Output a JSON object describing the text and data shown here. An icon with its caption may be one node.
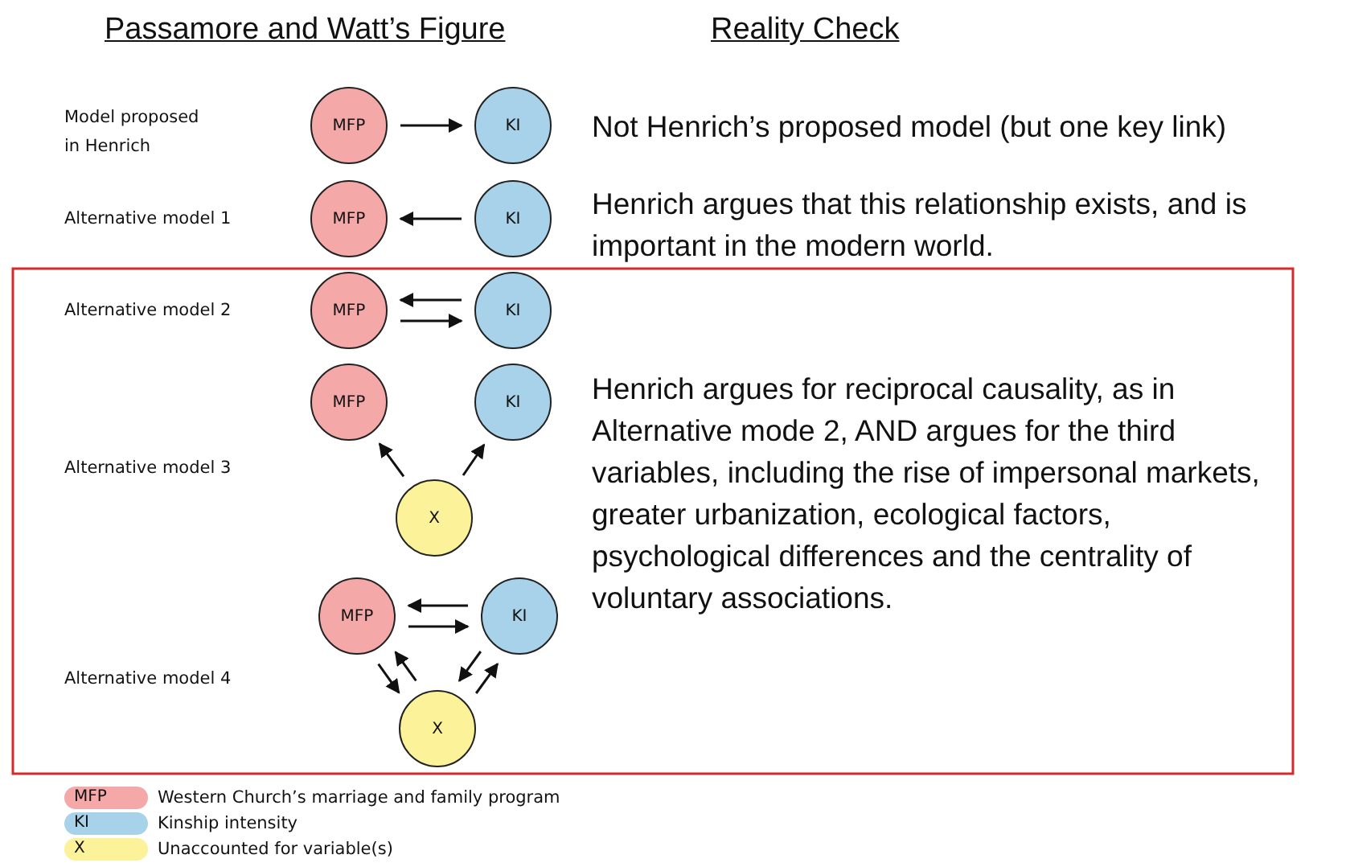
{
  "diagram": {
    "nodes": [
      {
        "text": [
          "MFP"
        ]
      },
      {
        "text": [
          "KI"
        ]
      },
      {
        "text": [
          "MFP"
        ]
      },
      {
        "text": [
          "KI"
        ]
      },
      {
        "text": [
          "MFP"
        ]
      },
      {
        "text": [
          "KI"
        ]
      },
      {
        "text": [
          "MFP"
        ]
      },
      {
        "text": [
          "KI"
        ]
      },
      {
        "text": [
          "X"
        ]
      },
      {
        "text": [
          "MFP"
        ]
      },
      {
        "text": [
          "KI"
        ]
      },
      {
        "text": [
          "X"
        ]
      }
    ],
    "edges": [
      {
        "from": 0,
        "to": 1,
        "arrow": "to"
      },
      {
        "from": 3,
        "to": 2,
        "arrow": "to"
      },
      {
        "from": 5,
        "to": 4,
        "arrow": "to"
      },
      {
        "from": 4,
        "to": 5,
        "arrow": "to"
      },
      {
        "from": 8,
        "to": 6,
        "arrow": "to"
      },
      {
        "from": 8,
        "to": 7,
        "arrow": "to"
      },
      {
        "from": 10,
        "to": 9,
        "arrow": "to"
      },
      {
        "from": 9,
        "to": 10,
        "arrow": "to"
      },
      {
        "from": 9,
        "to": 11,
        "arrow": "to"
      },
      {
        "from": 11,
        "to": 9,
        "arrow": "to"
      },
      {
        "from": 10,
        "to": 11,
        "arrow": "to"
      },
      {
        "from": 11,
        "to": 10,
        "arrow": "to"
      }
    ],
    "labels": [
      "Passamore and Watt’s Figure",
      "Reality Check",
      "Model proposed in Henrich",
      "Not Henrich’s proposed model (but one key link)",
      "Alternative model 1",
      "Henrich argues that this relationship exists, and is important in the modern world.",
      "Alternative model 2",
      "Alternative model 3",
      "Henrich argues for reciprocal causality, as in Alternative mode 2, AND argues for the third variables, including the rise of impersonal markets, greater urbanization, ecological factors, psychological differences and the centrality of voluntary associations.",
      "Alternative model 4",
      "MFP",
      "KI",
      "X"
    ],
    "legend": [
      {
        "text": "Western Church’s marriage and family program",
        "color": "#f5a8a8"
      },
      {
        "text": "Kinship intensity",
        "color": "#a8d2ea"
      },
      {
        "text": "Unaccounted for variable(s)",
        "color": "#fbf29a"
      }
    ]
  }
}
